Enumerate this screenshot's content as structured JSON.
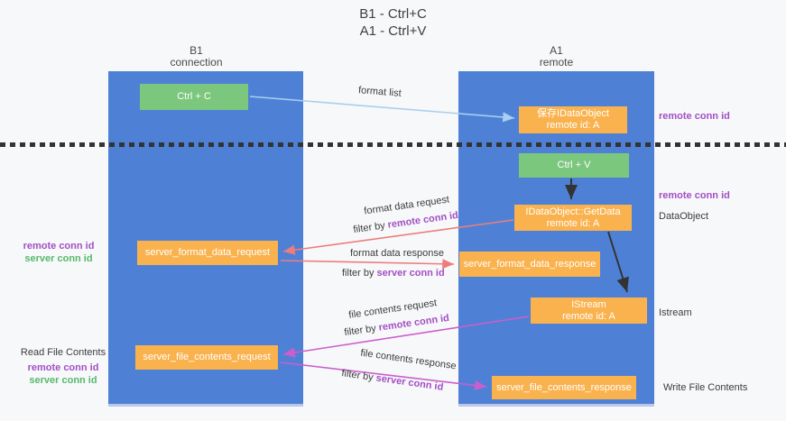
{
  "title": {
    "line1": "B1 - Ctrl+C",
    "line2": "A1 - Ctrl+V"
  },
  "lanes": {
    "left": {
      "title": "B1",
      "subtitle": "connection"
    },
    "right": {
      "title": "A1",
      "subtitle": "remote"
    }
  },
  "nodes": {
    "ctrl_c": {
      "label": "Ctrl + C"
    },
    "save_idataobject": {
      "line1": "保存IDataObject",
      "line2": "remote id: A"
    },
    "ctrl_v": {
      "label": "Ctrl + V"
    },
    "getdata": {
      "line1": "IDataObject::GetData",
      "line2": "remote id: A"
    },
    "server_format_data_request": {
      "label": "server_format_data_request"
    },
    "server_format_data_response": {
      "label": "server_format_data_response"
    },
    "istream": {
      "line1": "IStream",
      "line2": "remote id: A"
    },
    "server_file_contents_request": {
      "label": "server_file_contents_request"
    },
    "server_file_contents_response": {
      "label": "server_file_contents_response"
    }
  },
  "edges": {
    "format_list": {
      "label": "format list"
    },
    "format_data_request": {
      "label": "format data request",
      "filter_prefix": "filter by ",
      "filter_key": "remote conn id"
    },
    "format_data_response": {
      "label": "format data response",
      "filter_prefix": "filter by ",
      "filter_key": "server conn id"
    },
    "file_contents_request": {
      "label": "file contents request",
      "filter_prefix": "filter by ",
      "filter_key": "remote conn id"
    },
    "file_contents_response": {
      "label": "file contents response",
      "filter_prefix": "filter by ",
      "filter_key": "server conn id"
    }
  },
  "annotations": {
    "right_top_conn_id": "remote conn id",
    "right_mid_conn_id": "remote conn id",
    "dataobject": "DataObject",
    "istream": "Istream",
    "write_file_contents": "Write File Contents",
    "left_mid_remote": "remote conn id",
    "left_mid_server": "server conn id",
    "read_file_contents": "Read File Contents",
    "left_bottom_remote": "remote conn id",
    "left_bottom_server": "server conn id"
  },
  "colors": {
    "lane_blue": "#4e81d6",
    "node_green": "#7cc77e",
    "node_orange": "#f9b24e",
    "arrow_light_blue": "#a9ceef",
    "arrow_red": "#ed7d7d",
    "arrow_magenta": "#cc5ecc",
    "arrow_black": "#333333",
    "text_purple": "#a24fc4",
    "text_green": "#56b96a",
    "background": "#f7f8fa"
  }
}
